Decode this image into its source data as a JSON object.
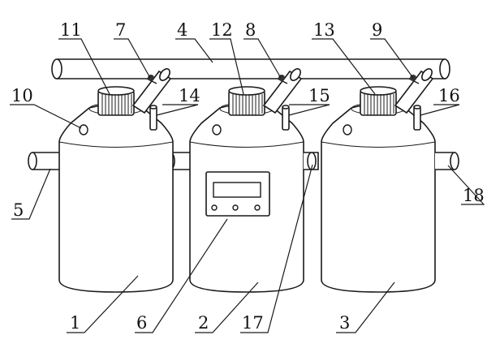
{
  "callouts": {
    "tank_1": "1",
    "tank_2": "2",
    "tank_3": "3",
    "main_pipe": "4",
    "inlet_pipe": "5",
    "control_box": "6",
    "valve_1": "7",
    "valve_2": "8",
    "valve_3": "9",
    "observation_port": "10",
    "motor_1": "11",
    "motor_2": "12",
    "motor_3": "13",
    "vent_tube_1": "14",
    "vent_tube_2": "15",
    "vent_tube_3": "16",
    "connector_pipe": "17",
    "outlet_pipe": "18"
  },
  "colors": {
    "line": "#1a1a1a",
    "background": "#ffffff",
    "knob": "#333333"
  }
}
